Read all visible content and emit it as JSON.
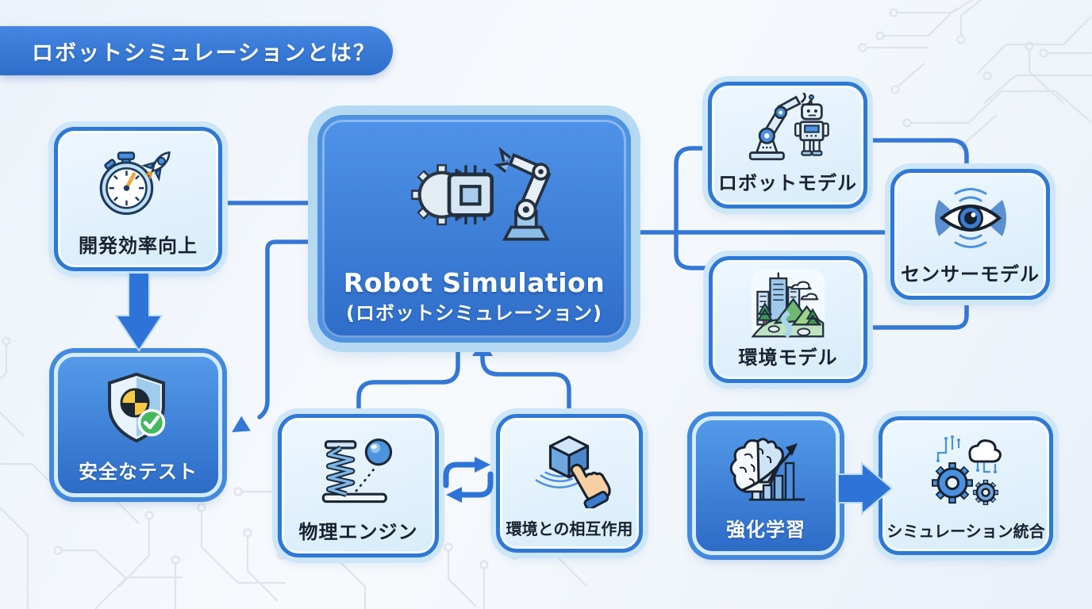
{
  "header": {
    "badge": "ロボットシミュレーションとは？"
  },
  "center_node": {
    "title": "Robot Simulation",
    "subtitle": "(ロボットシミュレーション)",
    "icon": "gear-cpu-robot-arm-icon"
  },
  "nodes": {
    "dev_efficiency": {
      "label": "開発効率向上",
      "icon": "stopwatch-rocket-icon",
      "style": "light"
    },
    "safe_test": {
      "label": "安全なテスト",
      "icon": "shield-check-icon",
      "style": "dark"
    },
    "robot_model": {
      "label": "ロボットモデル",
      "icon": "robot-arm-humanoid-icon",
      "style": "light"
    },
    "sensor_model": {
      "label": "センサーモデル",
      "icon": "eye-sensor-icon",
      "style": "light"
    },
    "env_model": {
      "label": "環境モデル",
      "icon": "city-nature-icon",
      "style": "light"
    },
    "physics_engine": {
      "label": "物理エンジン",
      "icon": "spring-ball-icon",
      "style": "light"
    },
    "env_interaction": {
      "label": "環境との相互作用",
      "icon": "touch-cube-icon",
      "style": "light"
    },
    "reinforcement_learning": {
      "label": "強化学習",
      "icon": "brain-growth-chart-icon",
      "style": "dark"
    },
    "simulation_integration": {
      "label": "シミュレーション統合",
      "icon": "gears-cloud-icon",
      "style": "light"
    }
  },
  "edges": [
    {
      "from": "dev_efficiency",
      "to": "center",
      "type": "line"
    },
    {
      "from": "dev_efficiency",
      "to": "safe_test",
      "type": "thick-arrow-down"
    },
    {
      "from": "center",
      "to": "safe_test",
      "type": "arrow"
    },
    {
      "from": "center",
      "to": "physics_engine",
      "type": "line"
    },
    {
      "from": "env_interaction",
      "to": "center",
      "type": "arrow-up"
    },
    {
      "from": "physics_engine",
      "to": "env_interaction",
      "type": "bidirectional-arrow"
    },
    {
      "from": "center",
      "to": "sensor_model",
      "type": "line"
    },
    {
      "from": "center",
      "to": "robot_model",
      "type": "line"
    },
    {
      "from": "center",
      "to": "env_model",
      "type": "line"
    },
    {
      "from": "robot_model",
      "to": "sensor_model",
      "type": "line"
    },
    {
      "from": "sensor_model",
      "to": "env_model",
      "type": "line"
    },
    {
      "from": "reinforcement_learning",
      "to": "simulation_integration",
      "type": "thick-arrow-right"
    }
  ],
  "colors": {
    "accent_blue": "#2e74d8",
    "line_blue": "#3478d6",
    "dark_node_top": "#549ae9",
    "dark_node_bottom": "#2d6cc7",
    "light_node_fill": "#ddeefb",
    "light_ring": "#cde6f8",
    "background": "#f0f5fb",
    "circuit_gray": "#dfe4ec",
    "label_dark": "#18222e",
    "label_light": "#ffffff"
  }
}
